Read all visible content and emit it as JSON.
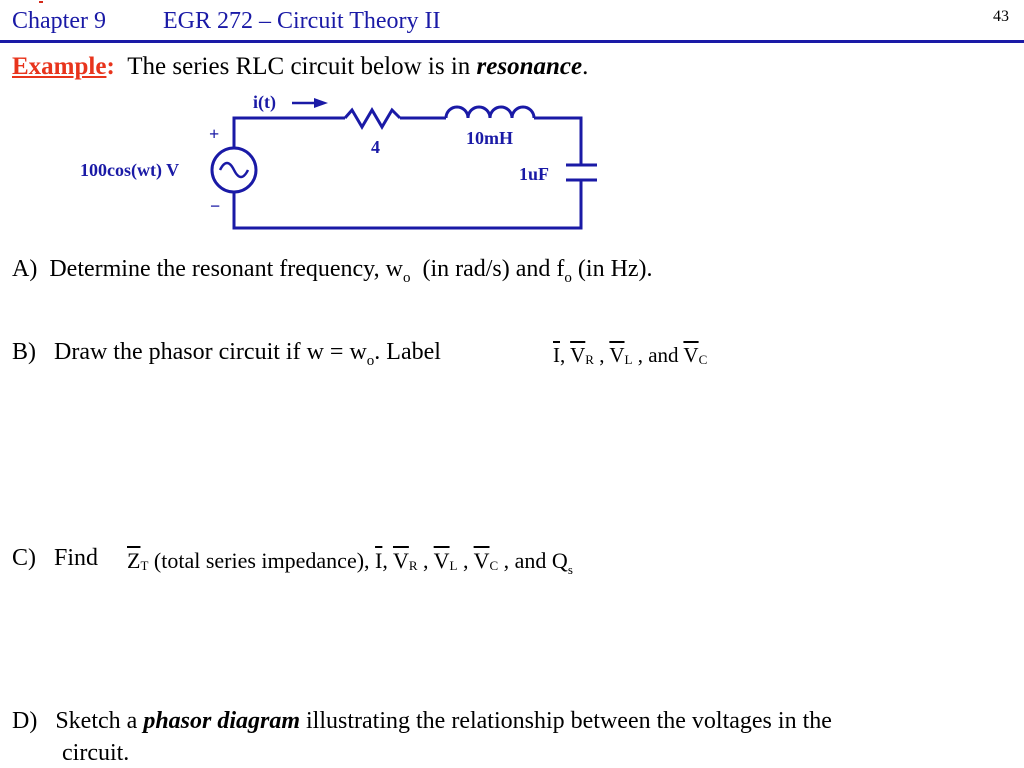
{
  "header": {
    "chapter": "Chapter 9",
    "course": "EGR 272 – Circuit Theory II",
    "page_number": "43"
  },
  "example": {
    "label": "Example",
    "colon": ":",
    "text": "The series RLC circuit below is in",
    "emphasis": "resonance",
    "period": "."
  },
  "circuit": {
    "current_label": "i(t)",
    "source_label": "100cos(wt) V",
    "plus": "+",
    "minus": "−",
    "resistor": "4",
    "inductor": "10mH",
    "capacitor": "1uF",
    "color": "#1a1aa6"
  },
  "parts": {
    "a": {
      "letter": "A)",
      "text1": "Determine the resonant frequency, w",
      "sub1": "o",
      "text2": " (in rad/s) and f",
      "sub2": "o",
      "text3": " (in Hz)."
    },
    "b": {
      "letter": "B)",
      "text1": "Draw the phasor circuit  if w = w",
      "sub1": "o",
      "text2": ".  Label",
      "labels": {
        "i": "I",
        "sep1": ", ",
        "vr": "V",
        "vr_sub": "R",
        "sep2": " , ",
        "vl": "V",
        "vl_sub": "L",
        "sep3": " , and ",
        "vc": "V",
        "vc_sub": "C"
      }
    },
    "c": {
      "letter": "C)",
      "find": "Find",
      "zt": "Z",
      "zt_sub": "T",
      "text1": " (total series impedance), ",
      "i": "I",
      "sep1": ", ",
      "vr": "V",
      "vr_sub": "R",
      "sep2": " , ",
      "vl": "V",
      "vl_sub": "L",
      "sep3": " , ",
      "vc": "V",
      "vc_sub": "C",
      "sep4": " , and Q",
      "qs_sub": "s"
    },
    "d": {
      "letter": "D)",
      "text1": "Sketch a ",
      "emphasis": "phasor diagram",
      "text2": " illustrating the relationship between the voltages in the",
      "text3": "circuit."
    }
  },
  "colors": {
    "title_blue": "#1a1aa6",
    "example_red": "#e8341c"
  }
}
